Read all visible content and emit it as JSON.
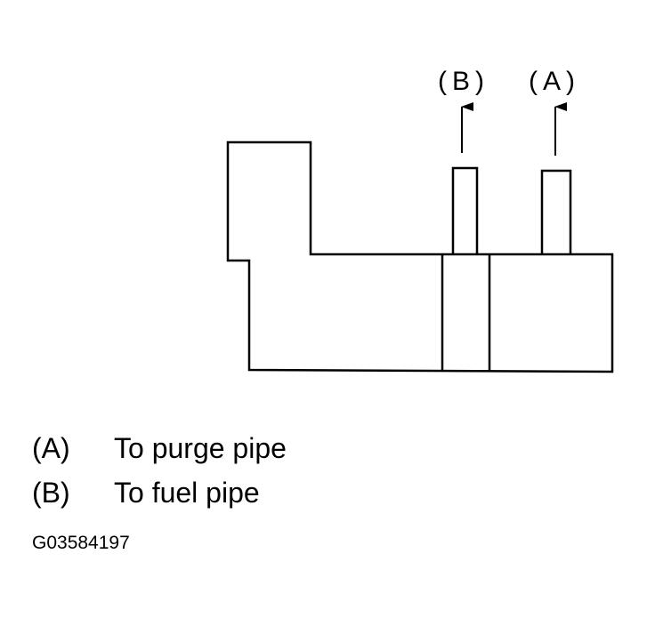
{
  "callouts": {
    "b": "(B)",
    "a": "(A)"
  },
  "legend": [
    {
      "key": "(A)",
      "text": "To purge pipe"
    },
    {
      "key": "(B)",
      "text": "To fuel pipe"
    }
  ],
  "figure_id": "G03584197",
  "colors": {
    "line": "#000000",
    "background": "#ffffff"
  }
}
